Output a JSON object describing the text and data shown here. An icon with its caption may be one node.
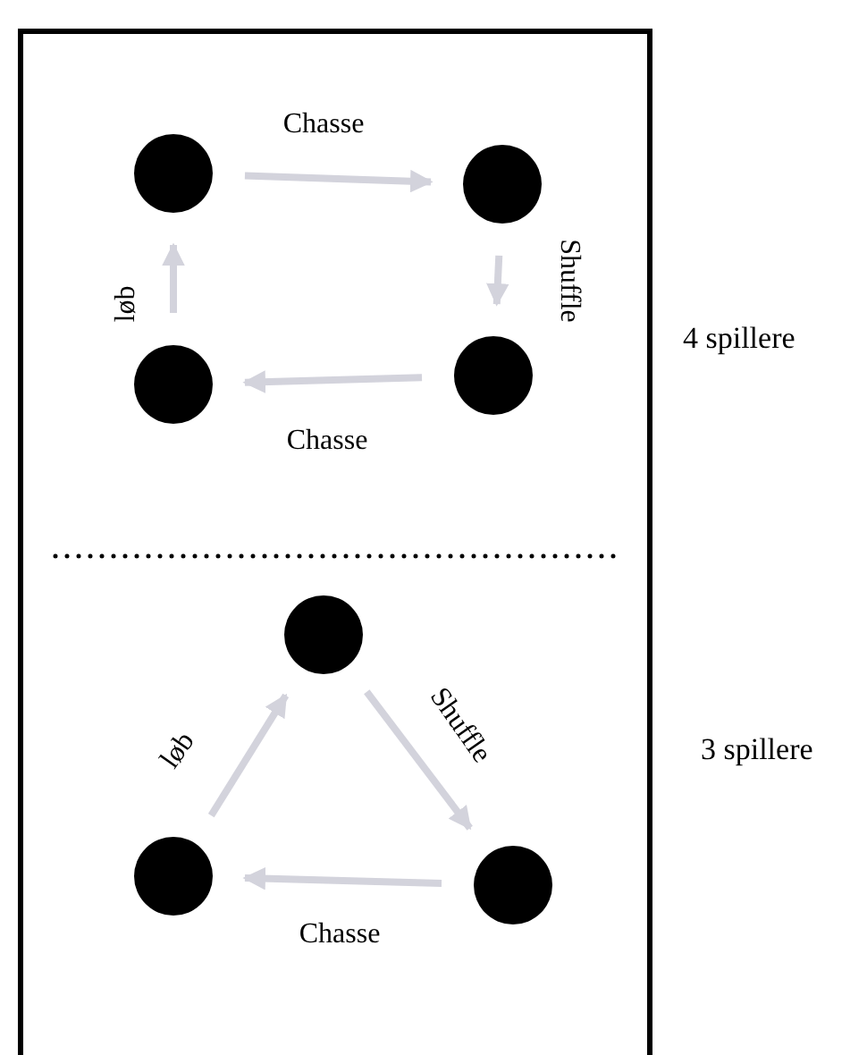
{
  "diagram": {
    "nodes": [
      {
        "text": [],
        "shape": "circle"
      },
      {
        "text": [],
        "shape": "circle"
      },
      {
        "text": [],
        "shape": "circle"
      },
      {
        "text": [],
        "shape": "circle"
      },
      {
        "text": [],
        "shape": "circle"
      },
      {
        "text": [],
        "shape": "circle"
      },
      {
        "text": [],
        "shape": "circle"
      }
    ],
    "edges": [
      {
        "from": 0,
        "to": 1,
        "arrow": "to",
        "label": "Chasse"
      },
      {
        "from": 1,
        "to": 2,
        "arrow": "to",
        "label": "Shuffle"
      },
      {
        "from": 2,
        "to": 3,
        "arrow": "to",
        "label": "Chasse"
      },
      {
        "from": 3,
        "to": 0,
        "arrow": "to",
        "label": "løb"
      },
      {
        "from": 5,
        "to": 4,
        "arrow": "to",
        "label": "løb"
      },
      {
        "from": 4,
        "to": 6,
        "arrow": "to",
        "label": "Shuffle"
      },
      {
        "from": 6,
        "to": 5,
        "arrow": "to",
        "label": "Chasse"
      }
    ],
    "labels": [
      "4 spillere",
      "3 spillere"
    ]
  }
}
